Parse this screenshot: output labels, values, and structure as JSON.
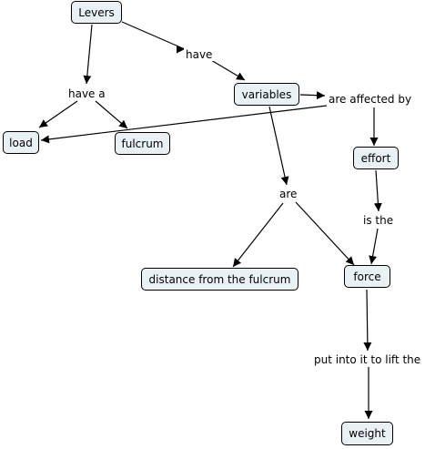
{
  "nodes": {
    "levers": "Levers",
    "variables": "variables",
    "load": "load",
    "fulcrum": "fulcrum",
    "effort": "effort",
    "distance": "distance from the fulcrum",
    "force": "force",
    "weight": "weight"
  },
  "links": {
    "have": "have",
    "have_a": "have a",
    "are_affected_by": "are affected by",
    "are": "are",
    "is_the": "is the",
    "put_into": "put into it to lift the"
  }
}
